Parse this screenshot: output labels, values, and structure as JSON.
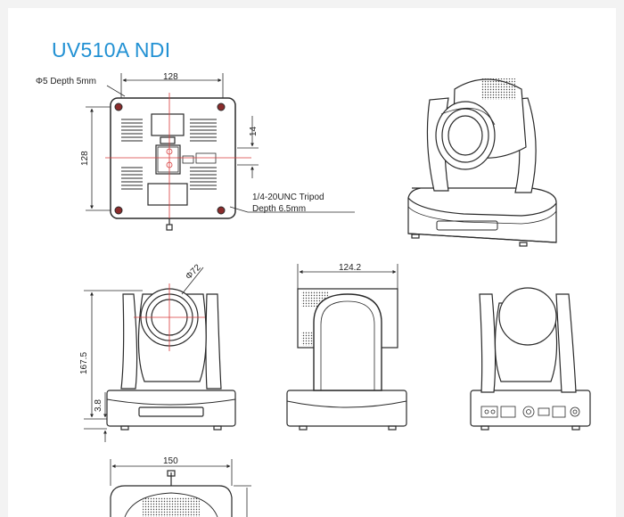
{
  "title": "UV510A NDI",
  "dimensions": {
    "bottom_width": "128",
    "bottom_height": "128",
    "mount_offset": "14",
    "lens_diameter": "Φ72",
    "body_width": "124.2",
    "height": "167.5",
    "base_height": "3.8",
    "base_width": "150"
  },
  "notes": {
    "screw_hole": "Φ5 Depth 5mm",
    "tripod_line1": "1/4-20UNC Tripod",
    "tripod_line2": "Depth 6.5mm"
  },
  "colors": {
    "title": "#2291d3",
    "line": "#2a2a2a",
    "center_mark": "#d83a3a",
    "hole_fill": "#8a2b2b"
  }
}
